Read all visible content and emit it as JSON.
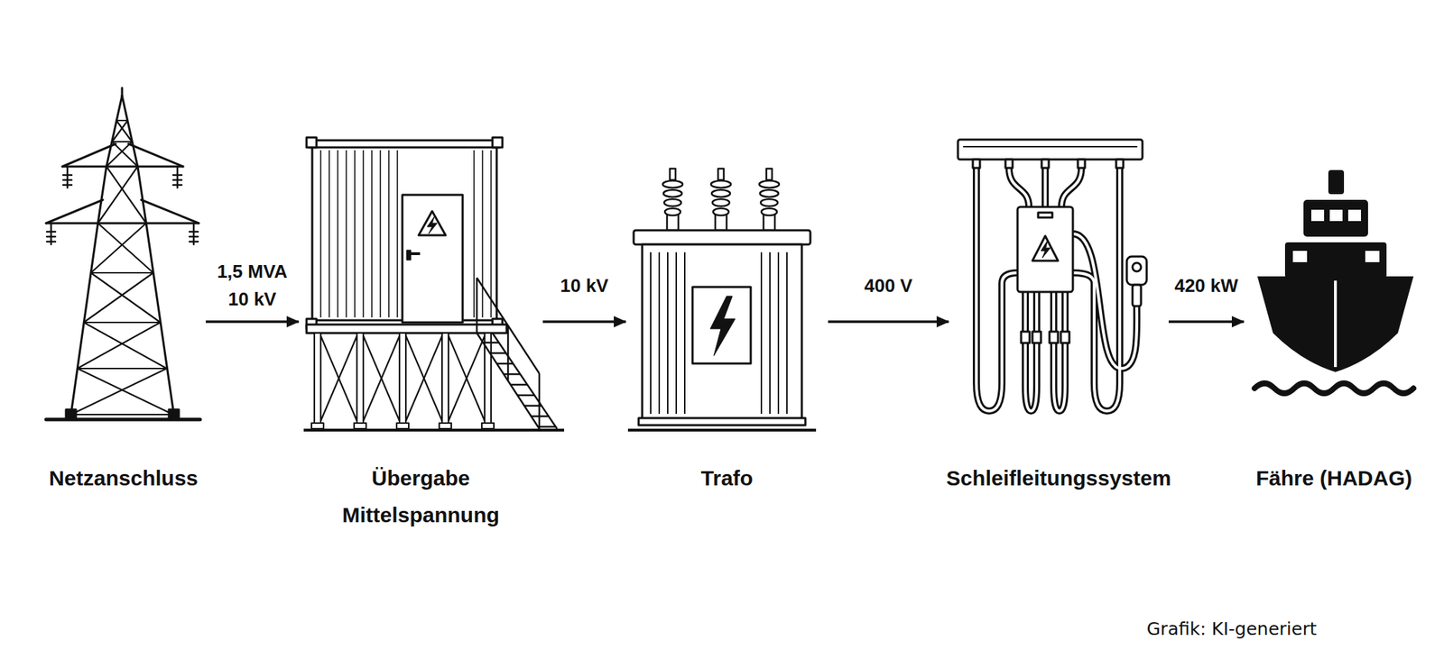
{
  "diagram": {
    "nodes": [
      {
        "text": [
          "Netzanschluss"
        ]
      },
      {
        "text": [
          "Übergabe Mittelspannung"
        ]
      },
      {
        "text": [
          "Trafo"
        ]
      },
      {
        "text": [
          "Schleifleitungssystem"
        ]
      },
      {
        "text": [
          "Fähre (HADAG)"
        ]
      }
    ],
    "edges": [
      {
        "from": 0,
        "to": 1,
        "label": "1,5 MVA 10 kV",
        "arrow": "to"
      },
      {
        "from": 1,
        "to": 2,
        "label": "10 kV",
        "arrow": "to"
      },
      {
        "from": 2,
        "to": 3,
        "label": "400 V",
        "arrow": "to"
      },
      {
        "from": 3,
        "to": 4,
        "label": "420 kW",
        "arrow": "to"
      }
    ],
    "labels": [
      "Grafik: KI-generiert"
    ]
  }
}
